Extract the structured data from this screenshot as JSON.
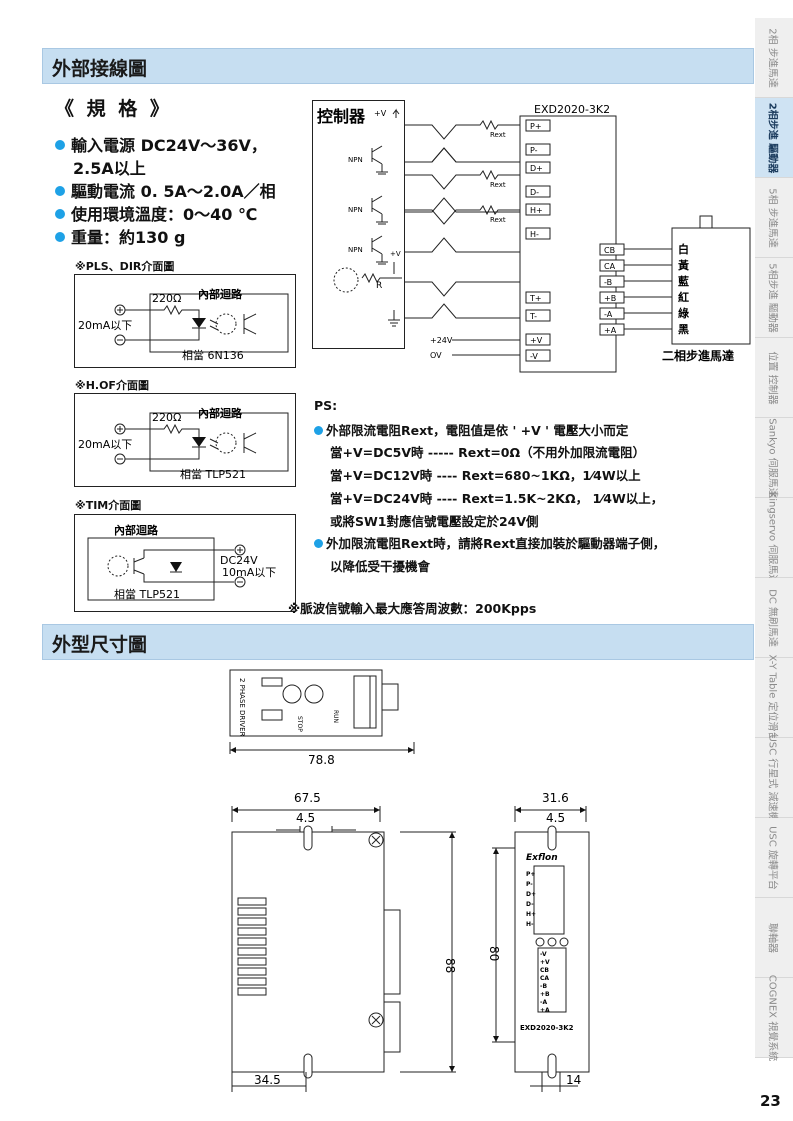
{
  "sections": {
    "wiring_title": "外部接線圖",
    "dimension_title": "外型尺寸圖"
  },
  "specs": {
    "heading": "《 規 格 》",
    "items": [
      "輸入電源 DC24V～36V，",
      "2.5A以上",
      "驅動電流 0. 5A～2.0A／相",
      "使用環境溫度：0～40 ℃",
      "重量：約130 g"
    ]
  },
  "interfaces": [
    {
      "heading": "※PLS、DIR介面圖",
      "resistor": "220Ω",
      "circuit": "內部迴路",
      "current": "20mA以下",
      "equivalent": "相當 6N136"
    },
    {
      "heading": "※H.OF介面圖",
      "resistor": "220Ω",
      "circuit": "內部迴路",
      "current": "20mA以下",
      "equivalent": "相當 TLP521"
    },
    {
      "heading": "※TIM介面圖",
      "circuit": "內部迴路",
      "voltage": "DC24V",
      "current": "10mA以下",
      "equivalent": "相當 TLP521"
    }
  ],
  "wiring": {
    "controller_label": "控制器",
    "vplus": "+V",
    "npn": "NPN",
    "rext": "Rext",
    "r": "R",
    "driver_model": "EXD2020-3K2",
    "driver_terminals": [
      "P+",
      "P-",
      "D+",
      "D-",
      "H+",
      "H-",
      "T+",
      "T-",
      "+V",
      "-V"
    ],
    "supply": [
      "+24V",
      "OV"
    ],
    "motor_terminals": [
      "CB",
      "CA",
      "-B",
      "+B",
      "-A",
      "+A"
    ],
    "motor_wire_colors": [
      "白",
      "黃",
      "藍",
      "紅",
      "綠",
      "黑"
    ],
    "motor_label": "二相步進馬達"
  },
  "ps_notes": {
    "title": "PS:",
    "lines": [
      "外部限流電阻Rext，電阻值是依 ' +V ' 電壓大小而定",
      "當+V=DC5V時 ----- Rext=0Ω（不用外加限流電阻）",
      "當+V=DC12V時 ---- Rext=680~1KΩ，1⁄4W以上",
      "當+V=DC24V時 ---- Rext=1.5K~2KΩ， 1⁄4W以上，",
      "或將SW1對應信號電壓設定於24V側",
      "外加限流電阻Rext時，請將Rext直接加裝於驅動器端子側，",
      "以降低受干擾機會"
    ],
    "pulse_note": "※脈波信號輸入最大應答周波數：200Kpps"
  },
  "dimensions": {
    "top_view": {
      "width": "78.8",
      "side_text": "2 PHASE DRIVER",
      "labels": [
        "RUN",
        "STOP"
      ]
    },
    "side_view": {
      "width": "67.5",
      "hole": "4.5",
      "height": "88",
      "bottom": "34.5"
    },
    "front_view": {
      "width": "31.6",
      "hole": "4.5",
      "height": "80",
      "bottom": "14",
      "brand": "Exflon",
      "model": "EXD2020-3K2",
      "left_terms": [
        "P+",
        "P-",
        "D+",
        "D-",
        "H+",
        "H-"
      ],
      "lower_terms": [
        "-V",
        "+V",
        "CB",
        "CA",
        "-B",
        "+B",
        "-A",
        "+A"
      ]
    }
  },
  "side_tabs": [
    "2相\n步進馬達",
    "2相步進\n驅動器",
    "5相\n步進馬達",
    "5相步進\n驅動器",
    "位置\n控制器",
    "Sankyo\n伺服馬達",
    "Kingservo\n伺服馬達",
    "DC\n無刷馬達",
    "X-Y Table\n定位滑台",
    "USC 行星式\n減速機",
    "USC\n旋轉平台",
    "聯軸器",
    "COGNEX\n視覺系統"
  ],
  "page_number": "23"
}
